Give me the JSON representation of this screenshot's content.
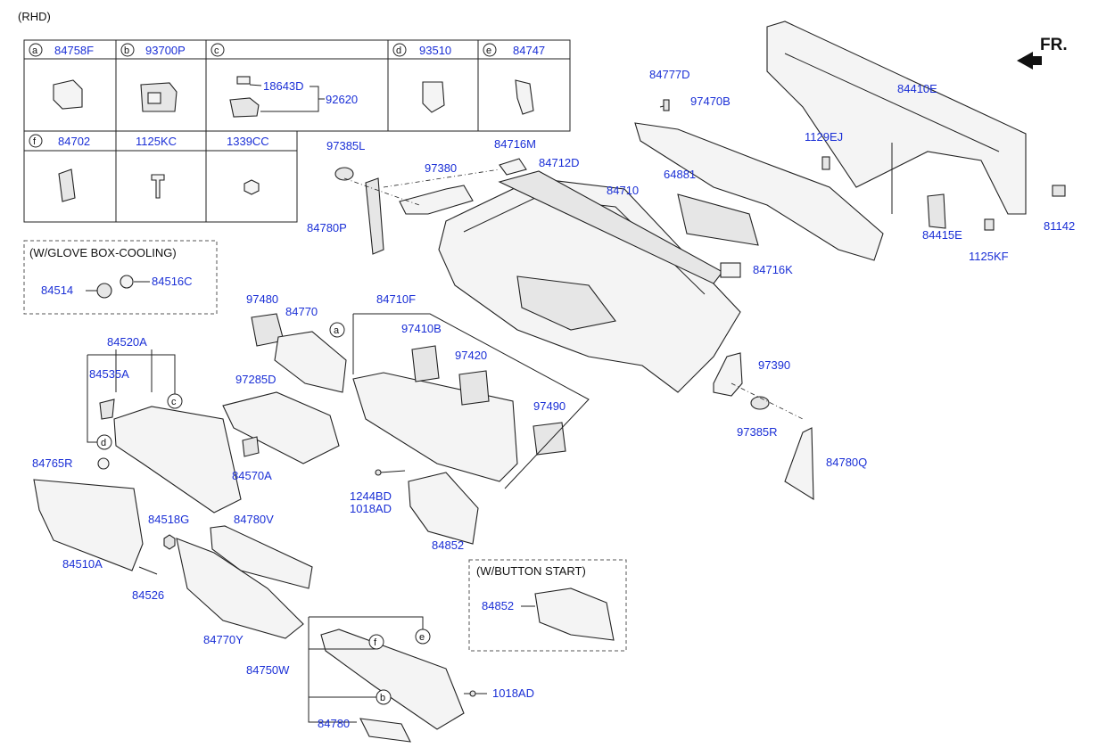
{
  "variant": "(RHD)",
  "direction": "FR.",
  "legend": {
    "row1": [
      {
        "letter": "a",
        "part": "84758F"
      },
      {
        "letter": "b",
        "part": "93700P"
      },
      {
        "letter": "c",
        "part": ""
      },
      {
        "letter": "d",
        "part": "93510"
      },
      {
        "letter": "e",
        "part": "84747"
      }
    ],
    "row2": [
      {
        "letter": "f",
        "part": "84702"
      },
      {
        "letter": "",
        "part": "1125KC"
      },
      {
        "letter": "",
        "part": "1339CC"
      }
    ],
    "c_sub": [
      "18643D",
      "92620"
    ]
  },
  "glove_cooling": {
    "title": "(W/GLOVE BOX-COOLING)",
    "parts": [
      "84514",
      "84516C"
    ]
  },
  "button_start": {
    "title": "(W/BUTTON START)",
    "part": "84852"
  },
  "labels": {
    "p84777D": "84777D",
    "p97470B": "97470B",
    "p84410E": "84410E",
    "p1129EJ": "1129EJ",
    "p97385L": "97385L",
    "p84716M": "84716M",
    "p84712D": "84712D",
    "p97380": "97380",
    "p84710": "84710",
    "p64881": "64881",
    "p84415E": "84415E",
    "p81142": "81142",
    "p1125KF": "1125KF",
    "p84780P": "84780P",
    "p84716K": "84716K",
    "p97480": "97480",
    "p84770": "84770",
    "p84710F": "84710F",
    "p97410B": "97410B",
    "p97420": "97420",
    "p97390": "97390",
    "p84520A": "84520A",
    "p84535A": "84535A",
    "p97285D": "97285D",
    "p97490": "97490",
    "p97385R": "97385R",
    "p84780Q": "84780Q",
    "p84765R": "84765R",
    "p84570A": "84570A",
    "p1244BD": "1244BD",
    "p1018AD": "1018AD",
    "p84518G": "84518G",
    "p84780V": "84780V",
    "p84852": "84852",
    "p84510A": "84510A",
    "p84526": "84526",
    "p84770Y": "84770Y",
    "p84750W": "84750W",
    "p1018AD2": "1018AD",
    "p84780": "84780"
  },
  "callouts": {
    "a": "a",
    "b": "b",
    "c": "c",
    "d": "d",
    "e": "e",
    "f": "f"
  }
}
